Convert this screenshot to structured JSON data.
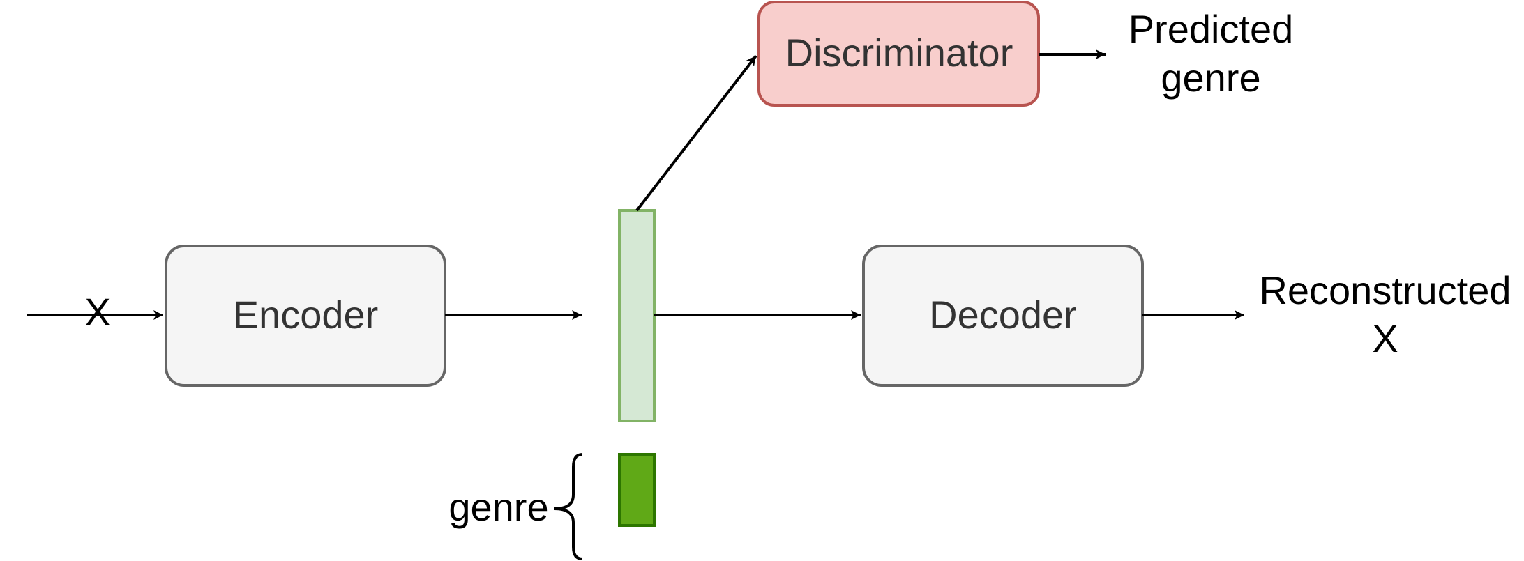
{
  "input_label": "X",
  "nodes": {
    "encoder": "Encoder",
    "decoder": "Decoder",
    "discriminator": "Discriminator"
  },
  "outputs": {
    "discriminator_line1": "Predicted",
    "discriminator_line2": "genre",
    "decoder_line1": "Reconstructed",
    "decoder_line2": "X"
  },
  "genre_label": "genre",
  "colors": {
    "neutral_fill": "#f5f5f5",
    "neutral_stroke": "#666666",
    "disc_fill": "#f8cecc",
    "disc_stroke": "#b85450",
    "latent_fill": "#d5e8d4",
    "latent_stroke": "#82b366",
    "genre_fill": "#60a917",
    "genre_stroke": "#2d7600"
  }
}
